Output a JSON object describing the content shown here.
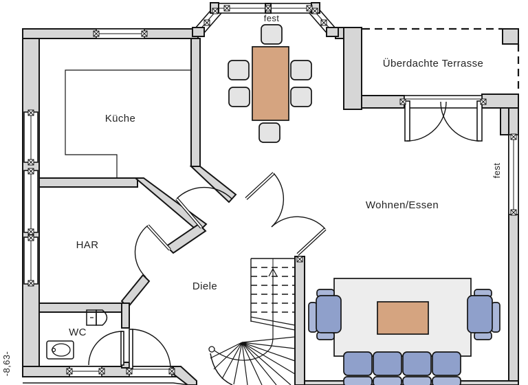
{
  "plan": {
    "rooms": {
      "kitchen": {
        "label": "Küche"
      },
      "utility": {
        "label": "HAR"
      },
      "hall": {
        "label": "Diele"
      },
      "wc": {
        "label": "WC"
      },
      "living_dining": {
        "label": "Wohnen/Essen"
      },
      "terrace": {
        "label": "Überdachte Terrasse"
      }
    },
    "annotations": {
      "fixed_window_top": "fest",
      "fixed_window_right": "fest",
      "width_dimension": "-8,63-"
    },
    "furniture": {
      "dining_chairs": 6,
      "sofa_cushions": 4,
      "armchairs": 2
    },
    "colors": {
      "wall": "#d6d6d6",
      "line": "#141414",
      "wood": "#d5a480",
      "seat_gray": "#e4e4e4",
      "sofa_blue": "#8fa0cb",
      "sofa_blue_light": "#a9b6d8",
      "rug": "#ededed",
      "background": "#ffffff"
    }
  }
}
